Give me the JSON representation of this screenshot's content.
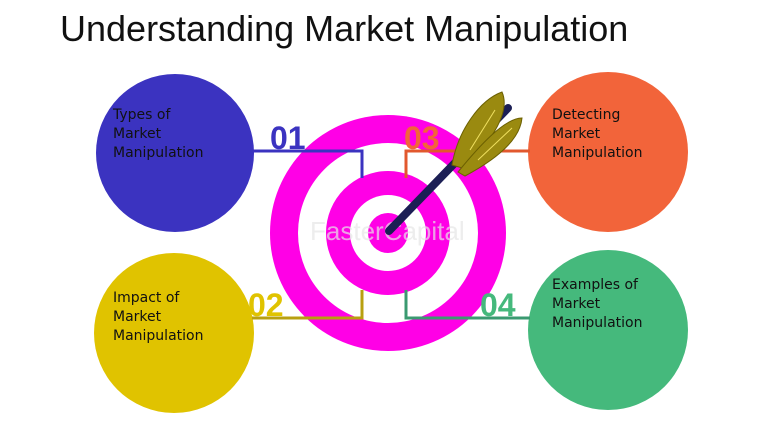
{
  "title": "Understanding Market Manipulation",
  "items": [
    {
      "number": "01",
      "label_lines": [
        "Types of",
        "Market",
        "Manipulation"
      ],
      "color": "#3b33c0"
    },
    {
      "number": "02",
      "label_lines": [
        "Impact of",
        "Market",
        "Manipulation"
      ],
      "color": "#e0c300"
    },
    {
      "number": "03",
      "label_lines": [
        "Detecting",
        "Market",
        "Manipulation"
      ],
      "color": "#f2643a"
    },
    {
      "number": "04",
      "label_lines": [
        "Examples of",
        "Market",
        "Manipulation"
      ],
      "color": "#45b97c"
    }
  ],
  "target_color": "#ff00e6",
  "arrow_color": "#1c1f55",
  "fletching_color": "#9a8a10",
  "watermark": "FasterCapital"
}
